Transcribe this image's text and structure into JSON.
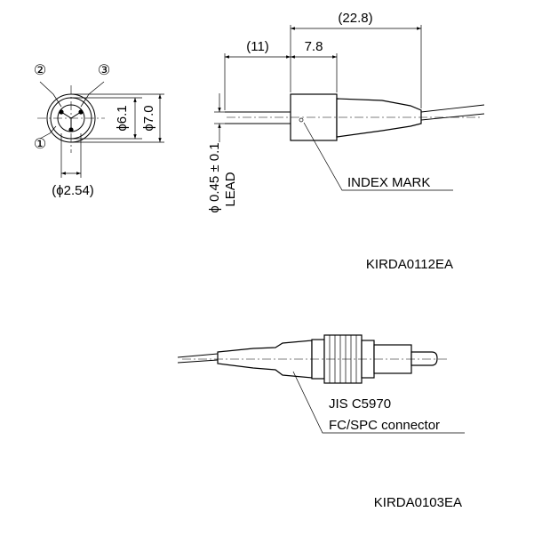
{
  "figure1": {
    "pins": {
      "pin1": "①",
      "pin2": "②",
      "pin3": "③"
    },
    "dimensions": {
      "pitch": "(ϕ2.54)",
      "inner_diameter": "ϕ6.1",
      "outer_diameter": "ϕ7.0",
      "total_length": "(22.8)",
      "lead_length": "(11)",
      "body_length": "7.8",
      "lead_diameter_line1": "ϕ 0.45 ± 0.1",
      "lead_diameter_line2": "LEAD"
    },
    "index_mark_label": "INDEX MARK",
    "drawing_code": "KIRDA0112EA"
  },
  "figure2": {
    "connector_label_line1": "JIS C5970",
    "connector_label_line2": "FC/SPC connector",
    "drawing_code": "KIRDA0103EA"
  }
}
